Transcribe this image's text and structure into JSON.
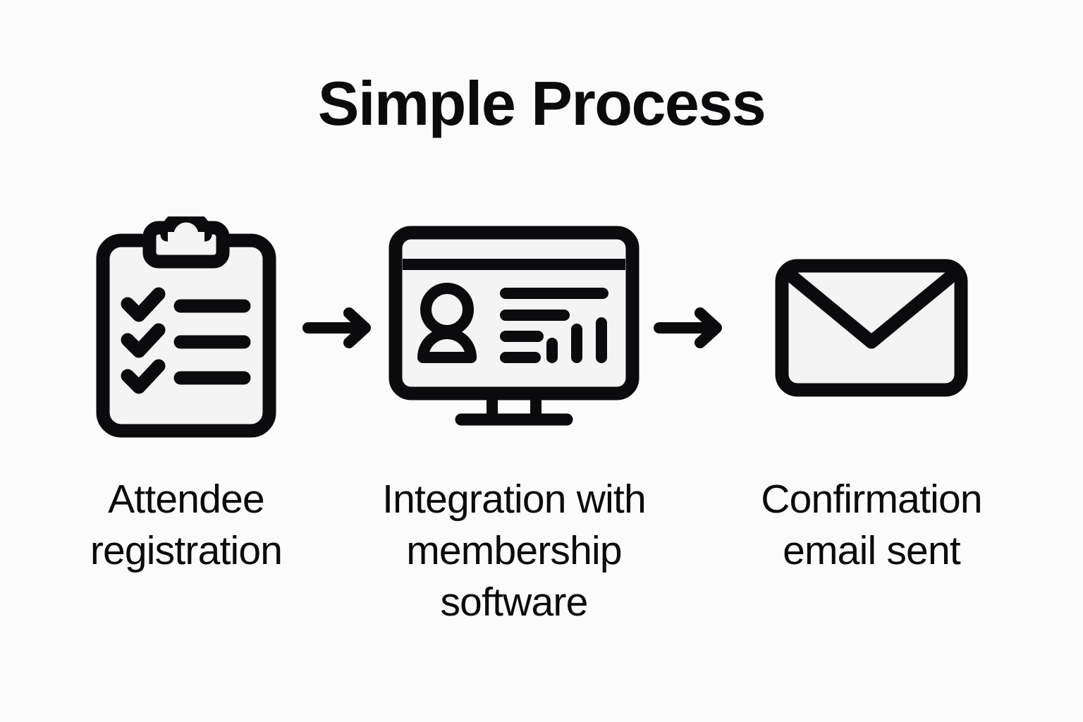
{
  "page": {
    "title": "Simple Process",
    "background_color": "#fbfbfb",
    "ink_color": "#0b0b0d",
    "icon_fill_color": "#f4f4f5"
  },
  "flow": {
    "steps": [
      {
        "icon": "clipboard-checklist-icon",
        "label": "Attendee registration",
        "label_lines": [
          "Attendee",
          "registration"
        ]
      },
      {
        "icon": "desktop-monitor-profile-dashboard-icon",
        "label": "Integration with membership software",
        "label_lines": [
          "Integration with",
          "membership",
          "software"
        ]
      },
      {
        "icon": "envelope-email-icon",
        "label": "Confirmation email sent",
        "label_lines": [
          "Confirmation",
          "email sent"
        ]
      }
    ],
    "connectors": [
      {
        "icon": "arrow-right-icon"
      },
      {
        "icon": "arrow-right-icon"
      }
    ]
  }
}
